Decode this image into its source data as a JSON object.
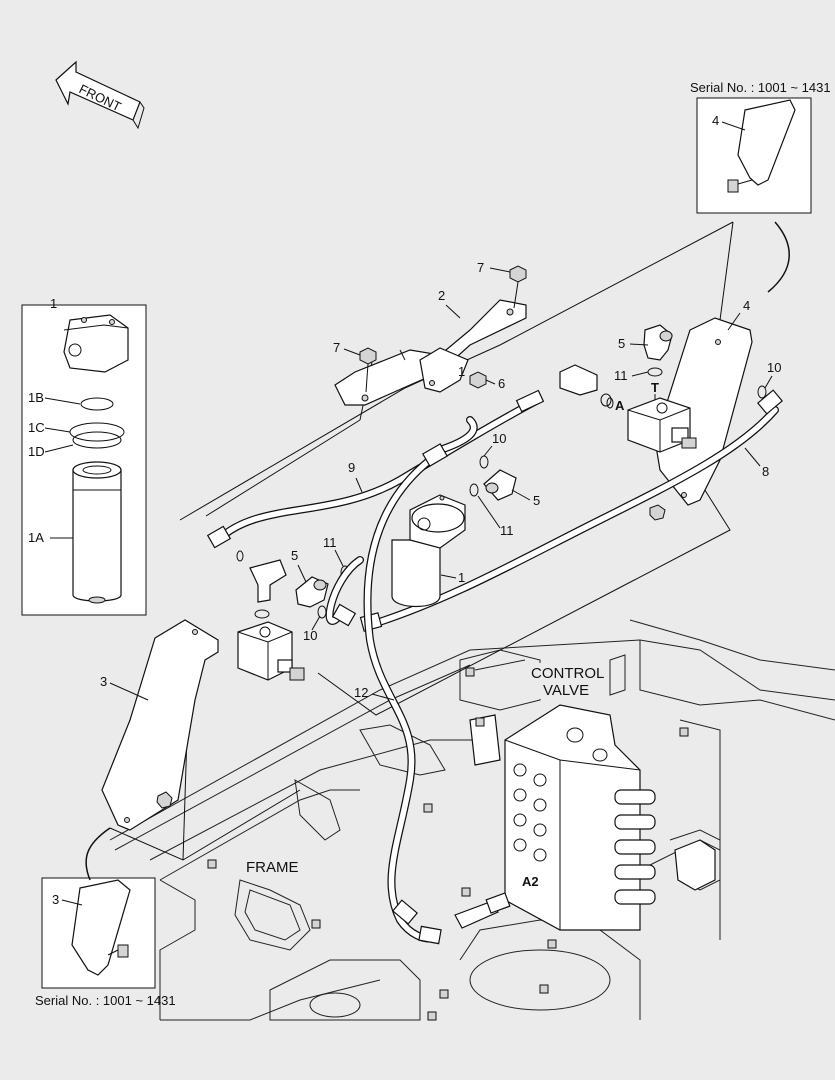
{
  "front_arrow": {
    "label": "FRONT"
  },
  "inset_top_right": {
    "serial": "Serial No. : 1001 ~ 1431",
    "part_label": "4"
  },
  "inset_bottom_left": {
    "serial": "Serial No. : 1001 ~ 1431",
    "part_label": "3"
  },
  "inset_filter": {
    "title_number": "1",
    "labels": {
      "cap": "",
      "o_ring_small": "1B",
      "o_ring_large": "1C",
      "seal": "1D",
      "element": "1A"
    }
  },
  "callouts": {
    "c1": "1",
    "c2": "2",
    "c3": "3",
    "c4": "4",
    "c5a": "5",
    "c5b": "5",
    "c5c": "5",
    "c6": "6",
    "c7a": "7",
    "c7b": "7",
    "c8": "8",
    "c9": "9",
    "c10a": "10",
    "c10b": "10",
    "c10c": "10",
    "c11a": "11",
    "c11b": "11",
    "c11c": "11",
    "c12": "12"
  },
  "port_labels": {
    "T": "T",
    "A": "A",
    "A2": "A2"
  },
  "text_labels": {
    "control_valve_1": "CONTROL",
    "control_valve_2": "VALVE",
    "frame": "FRAME"
  }
}
